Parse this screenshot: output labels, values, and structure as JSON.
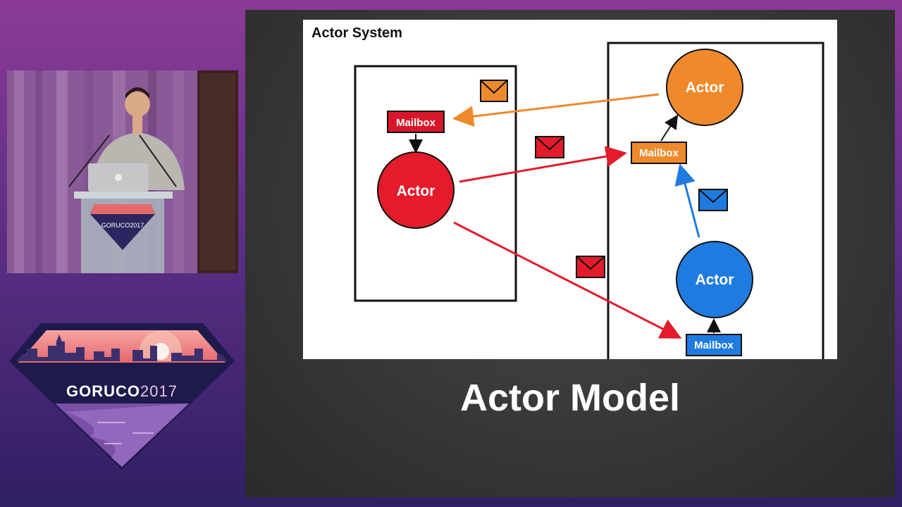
{
  "logo": {
    "wordmark": "GORUCO",
    "year": "2017"
  },
  "podium_logo": {
    "wordmark": "GORUCO",
    "year": "2017"
  },
  "diagram": {
    "title": "Actor System",
    "actors": [
      {
        "label": "Actor",
        "color": "#e31b2a"
      },
      {
        "label": "Actor",
        "color": "#f0892b"
      },
      {
        "label": "Actor",
        "color": "#1f7be0"
      }
    ],
    "mailboxes": [
      {
        "label": "Mailbox",
        "color": "#d8172a"
      },
      {
        "label": "Mailbox",
        "color": "#ee8a2c"
      },
      {
        "label": "Mailbox",
        "color": "#1f7be0"
      }
    ]
  },
  "slide": {
    "title": "Actor Model"
  },
  "colors": {
    "red": "#e31b2a",
    "orange": "#f0892b",
    "blue": "#1f7be0"
  }
}
